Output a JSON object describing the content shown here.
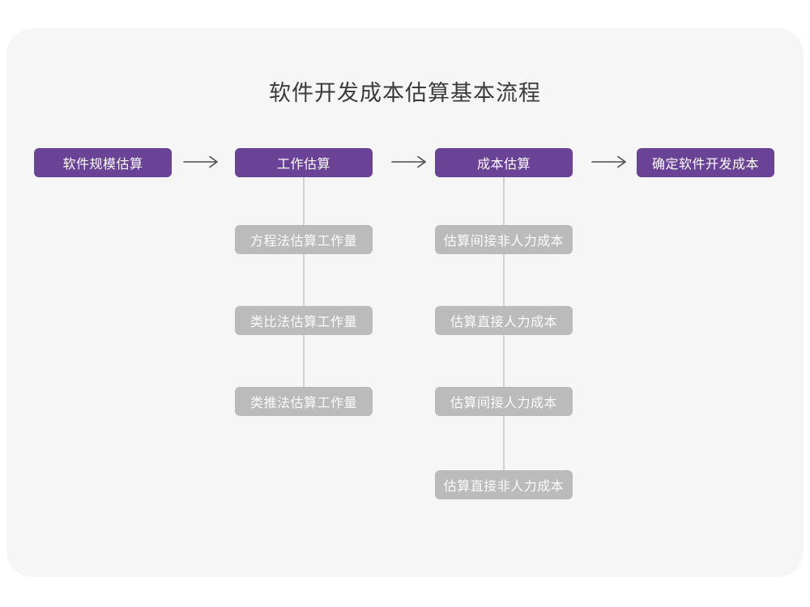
{
  "title": "软件开发成本估算基本流程",
  "colors": {
    "primary_node": "#6a4397",
    "secondary_node": "#bbbbbb",
    "card_background": "#f6f6f6",
    "connector_line": "#d2d2d2",
    "arrow": "#4d4d4d",
    "title_text": "#3b3b3b"
  },
  "flow": {
    "main_steps": [
      {
        "label": "软件规模估算"
      },
      {
        "label": "工作估算"
      },
      {
        "label": "成本估算"
      },
      {
        "label": "确定软件开发成本"
      }
    ],
    "work_estimation_methods": [
      {
        "label": "方程法估算工作量"
      },
      {
        "label": "类比法估算工作量"
      },
      {
        "label": "类推法估算工作量"
      }
    ],
    "cost_estimation_steps": [
      {
        "label": "估算间接非人力成本"
      },
      {
        "label": "估算直接人力成本"
      },
      {
        "label": "估算间接人力成本"
      },
      {
        "label": "估算直接非人力成本"
      }
    ]
  }
}
